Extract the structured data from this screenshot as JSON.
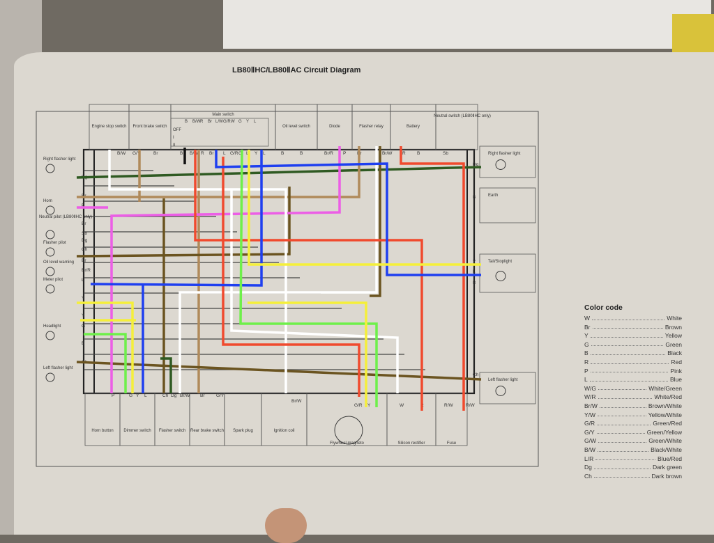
{
  "title": "LB80ⅡHC/LB80ⅡAC Circuit Diagram",
  "top_components": [
    "Engine stop switch",
    "Front brake switch",
    "Main switch",
    "Oil level switch",
    "Diode",
    "Flasher relay",
    "Battery",
    "Neutral switch (LB80ⅡHC only)"
  ],
  "main_switch": {
    "headers": [
      "B",
      "B/W",
      "R",
      "Br",
      "L/W",
      "G/R",
      "W",
      "G",
      "Y",
      "L"
    ],
    "rows": [
      "OFF",
      "I",
      "II"
    ]
  },
  "left_components": [
    "Right flasher light",
    "Horn",
    "Neutral pilot (LB80ⅡHC only)",
    "Flasher pilot",
    "Oil level warning",
    "Meter pilot",
    "Headlight",
    "Left flasher light"
  ],
  "right_components": [
    "Right flasher light",
    "Earth",
    "Tail/Stoplight",
    "Left flasher light"
  ],
  "bottom_components": [
    "Horn button",
    "Dimmer switch",
    "Flasher switch",
    "Rear brake switch",
    "Spark plug",
    "Ignition coil",
    "Flywheel magneto",
    "Silicon rectifier",
    "Fuse"
  ],
  "wire_labels": {
    "top": [
      "B/W",
      "G/Y",
      "Br",
      "B",
      "B/W",
      "R",
      "Br",
      "L",
      "G/R",
      "G",
      "L",
      "Y",
      "L",
      "B",
      "B",
      "Br/R",
      "P",
      "Br",
      "Br/W",
      "R",
      "B",
      "Sb"
    ],
    "left": [
      "Dg",
      "Br",
      "P",
      "Br",
      "Sb",
      "Dg",
      "Ch",
      "Br",
      "Br/R",
      "L",
      "Y",
      "Y",
      "G",
      "B",
      "Ch"
    ],
    "bottom": [
      "P",
      "G",
      "Y",
      "L",
      "Ch",
      "Dg",
      "Br/W",
      "Br",
      "G/Y",
      "Br/W",
      "G/R",
      "Y",
      "W",
      "R",
      "R/W",
      "R/W"
    ],
    "right": [
      "Dg",
      "B",
      "Y",
      "L",
      "B",
      "Ch"
    ]
  },
  "color_code": {
    "title": "Color code",
    "entries": [
      {
        "code": "W",
        "name": "White"
      },
      {
        "code": "Br",
        "name": "Brown"
      },
      {
        "code": "Y",
        "name": "Yellow"
      },
      {
        "code": "G",
        "name": "Green"
      },
      {
        "code": "B",
        "name": "Black"
      },
      {
        "code": "R",
        "name": "Red"
      },
      {
        "code": "P",
        "name": "Pink"
      },
      {
        "code": "L",
        "name": "Blue"
      },
      {
        "code": "W/G",
        "name": "White/Green"
      },
      {
        "code": "W/R",
        "name": "White/Red"
      },
      {
        "code": "Br/W",
        "name": "Brown/White"
      },
      {
        "code": "Y/W",
        "name": "Yellow/White"
      },
      {
        "code": "G/R",
        "name": "Green/Red"
      },
      {
        "code": "G/Y",
        "name": "Green/Yellow"
      },
      {
        "code": "G/W",
        "name": "Green/White"
      },
      {
        "code": "B/W",
        "name": "Black/White"
      },
      {
        "code": "L/R",
        "name": "Blue/Red"
      },
      {
        "code": "Dg",
        "name": "Dark green"
      },
      {
        "code": "Ch",
        "name": "Dark brown"
      }
    ]
  },
  "highlight_colors": {
    "white": "#ffffff",
    "red": "#f04a2e",
    "blue": "#1e3ff0",
    "green": "#6ef04a",
    "yellow": "#f5ef3a",
    "pink": "#ec5ee6",
    "brown": "#b08a5a",
    "dark_brown": "#6b5420",
    "dark_green": "#2f5a22",
    "black": "#111111"
  }
}
